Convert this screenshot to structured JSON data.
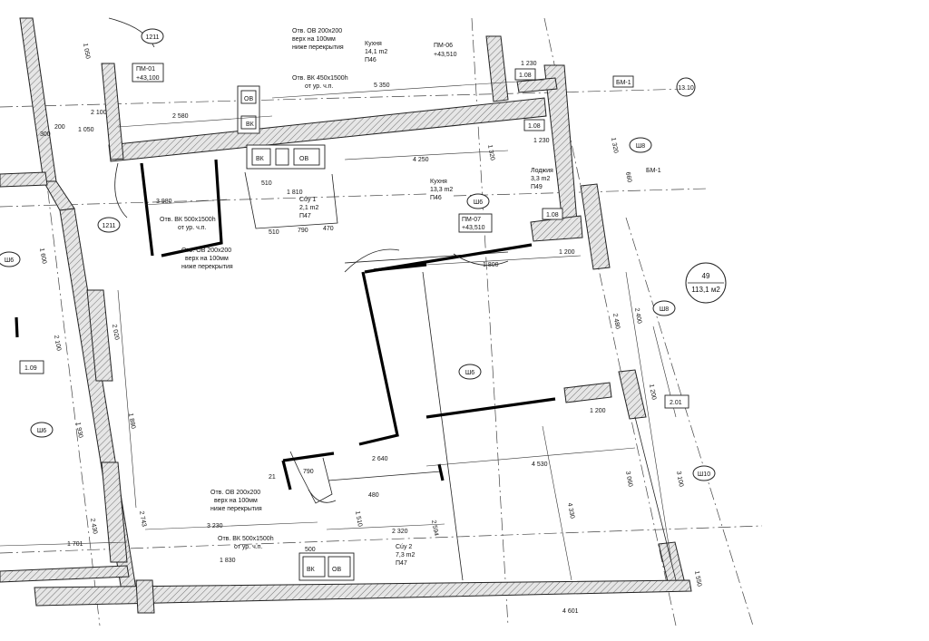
{
  "apartment": {
    "number": "49",
    "area": "113,1 м2"
  },
  "rooms": {
    "kitchen_top": {
      "name": "Кухня",
      "area": "14,1 m2",
      "code": "П46"
    },
    "kitchen": {
      "name": "Кухня",
      "area": "13,3 m2",
      "code": "П46"
    },
    "loggia": {
      "name": "Лоджия",
      "area": "3,3 m2",
      "code": "П49"
    },
    "bath1": {
      "name": "Сúу 1",
      "area": "2,1 m2",
      "code": "П47"
    },
    "bath2": {
      "name": "Сúу 2",
      "area": "7,3 m2",
      "code": "П47"
    }
  },
  "marks": {
    "pm01": {
      "code": "ПМ-01",
      "elev": "+43,100"
    },
    "pm06": {
      "code": "ПМ-06",
      "elev": "+43,510"
    },
    "pm07": {
      "code": "ПМ-07",
      "elev": "+43,510"
    },
    "bm1_top": "БМ-1",
    "bm1_mid": "БМ-1",
    "tag_108a": "1.08",
    "tag_108b": "1.08",
    "tag_108c": "1.08",
    "tag_109": "1.09",
    "tag_201": "2.01",
    "axis_1310": "13.10",
    "vent_ov": "ОВ",
    "vent_vk": "ВК"
  },
  "notes": {
    "ov_top_1": "Отв. ОВ 200x200",
    "ov_top_2": "верх на 100мм",
    "ov_top_3": "ниже перекрытия",
    "vk_top_1": "Отв. ВК 450x1500h",
    "vk_top_2": "от ур. ч.п.",
    "vk_left_1": "Отв. ВК 500x1500h",
    "vk_left_2": "от ур. ч.п.",
    "ov_left_1": "Отв. ОВ 200x200",
    "ov_left_2": "верх на 100мм",
    "ov_left_3": "ниже перекрытия",
    "ov_bot_1": "Отв. ОВ 200x200",
    "ov_bot_2": "верх на 100мм",
    "ov_bot_3": "ниже перекрытия",
    "vk_bot_1": "Отв. ВК 500x1500h",
    "vk_bot_2": "от ур. ч.п."
  },
  "dims": {
    "d5350": "5 350",
    "d2580": "2 580",
    "d2100": "2 100",
    "d1050": "1 050",
    "d300": "300",
    "d200a": "200",
    "d4250": "4 250",
    "d3980": "3 980",
    "d1230a": "1 230",
    "d1230b": "1 230",
    "d1800": "1 800",
    "d1200a": "1 200",
    "d1200b": "1 200",
    "d2640": "2 640",
    "d4530": "4 530",
    "d3230": "3 230",
    "d2320": "2 320",
    "d1830": "1 830",
    "d1701": "1 701",
    "d4330": "4 330",
    "d3100": "3 100",
    "d2400": "2 400",
    "d1200c": "1 200",
    "d3060": "3 060",
    "d2480": "2 480",
    "d2020": "2 020",
    "d2100v": "2 100",
    "d1930": "1 930",
    "d2430": "2 430",
    "d2743": "2 743",
    "d1880": "1 880",
    "d1600": "1 600",
    "d1510": "1 510",
    "d2594": "2 594",
    "d790a": "790",
    "d790b": "790",
    "d510a": "510",
    "d510b": "510",
    "d470": "470",
    "d480": "480",
    "d500": "500",
    "d1320": "1 320",
    "d1550": "1 550",
    "d1810": "1 810",
    "d1050v": "1 050",
    "d660": "660",
    "d1320v": "1 320",
    "d21": "21",
    "d4601": "4 601"
  },
  "axes": {
    "a_top_left": "1211",
    "a_left_mid": "1211",
    "a_w_1": "Ш6",
    "a_w_2": "Ш6",
    "a_r_1": "Ш8",
    "a_r_2": "Ш8",
    "a_r_3": "Ш10",
    "a_mid": "Ш6",
    "a_kitchen": "Ш6"
  }
}
